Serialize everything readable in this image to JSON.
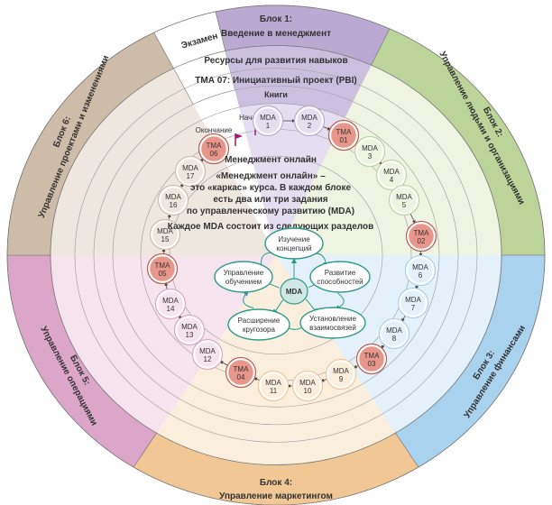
{
  "blocks": [
    {
      "id": "1",
      "line1": "Блок 1:",
      "line2": "Введение в менеджмент",
      "color": "#b9a9d3",
      "light": "#e4def0"
    },
    {
      "id": "2",
      "line1": "Блок 2:",
      "line2": "Управление людьми и организациями",
      "color": "#bcd49a",
      "light": "#eef3e2"
    },
    {
      "id": "3",
      "line1": "Блок 3:",
      "line2": "Управление финансами",
      "color": "#a9d2ee",
      "light": "#e4f1fa"
    },
    {
      "id": "4",
      "line1": "Блок 4:",
      "line2": "Управление маркетингом",
      "color": "#f0c795",
      "light": "#faeedd"
    },
    {
      "id": "5",
      "line1": "Блок 5:",
      "line2": "Управление операциями",
      "color": "#dca6c8",
      "light": "#f5e3ee"
    },
    {
      "id": "6",
      "line1": "Блок 6:",
      "line2": "Управление проектами и изменениями",
      "color": "#cdbca8",
      "light": "#eee7df"
    }
  ],
  "exam": "Экзамен",
  "rings": {
    "resources": "Ресурсы для развития навыков",
    "tma07": "ТМА 07: Инициативный проект (PBI)",
    "books": "Книги"
  },
  "start_label": "Начало",
  "end_label": "Окончание",
  "center_text": {
    "title": "Менеджмент онлайн",
    "l1": "«Менеджмент онлайн» –",
    "l2": "это «каркас» курса. В каждом блоке",
    "l3": "есть два или три задания",
    "l4": "по управленческому развитию (MDA)",
    "l5": "Каждое MDA состоит из следующих разделов"
  },
  "mda_cycle": {
    "center": "MDA",
    "items": [
      [
        "Изучение",
        "концепций"
      ],
      [
        "Развитие",
        "способностей"
      ],
      [
        "Установление",
        "взаимосвязей"
      ],
      [
        "Расширение",
        "кругозора"
      ],
      [
        "Управление",
        "обучением"
      ]
    ],
    "color": "#2f9a8c"
  },
  "nodes": [
    {
      "a": "MDA",
      "b": "1",
      "block": 0
    },
    {
      "a": "MDA",
      "b": "2",
      "block": 0
    },
    {
      "a": "TMA",
      "b": "01",
      "block": -1
    },
    {
      "a": "MDA",
      "b": "3",
      "block": 1
    },
    {
      "a": "MDA",
      "b": "4",
      "block": 1
    },
    {
      "a": "MDA",
      "b": "5",
      "block": 1
    },
    {
      "a": "TMA",
      "b": "02",
      "block": -1
    },
    {
      "a": "MDA",
      "b": "6",
      "block": 2
    },
    {
      "a": "MDA",
      "b": "7",
      "block": 2
    },
    {
      "a": "MDA",
      "b": "8",
      "block": 2
    },
    {
      "a": "TMA",
      "b": "03",
      "block": -1
    },
    {
      "a": "MDA",
      "b": "9",
      "block": 3
    },
    {
      "a": "MDA",
      "b": "10",
      "block": 3
    },
    {
      "a": "MDA",
      "b": "11",
      "block": 3
    },
    {
      "a": "TMA",
      "b": "04",
      "block": -1
    },
    {
      "a": "MDA",
      "b": "12",
      "block": 4
    },
    {
      "a": "MDA",
      "b": "13",
      "block": 4
    },
    {
      "a": "MDA",
      "b": "14",
      "block": 4
    },
    {
      "a": "TMA",
      "b": "05",
      "block": -1
    },
    {
      "a": "MDA",
      "b": "15",
      "block": 5
    },
    {
      "a": "MDA",
      "b": "16",
      "block": 5
    },
    {
      "a": "MDA",
      "b": "17",
      "block": 5
    },
    {
      "a": "TMA",
      "b": "06",
      "block": -1
    }
  ],
  "tma_color": "#e8968a",
  "flag_color": "#9b1c6e"
}
